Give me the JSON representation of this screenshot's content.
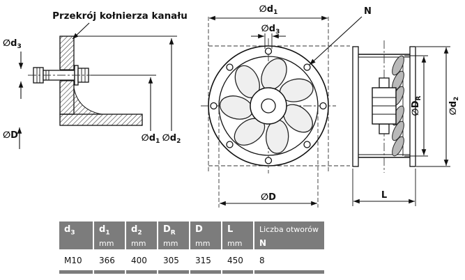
{
  "drawing": {
    "section_title": "Przekrój kołnierza kanału",
    "labels": {
      "d1": {
        "pre": "∅d",
        "sub": "1"
      },
      "d2": {
        "pre": "∅d",
        "sub": "2"
      },
      "d3": {
        "pre": "∅d",
        "sub": "3"
      },
      "D": {
        "pre": "∅D",
        "sub": ""
      },
      "DR": {
        "pre": "∅D",
        "sub": "R"
      },
      "N": "N",
      "L": "L"
    }
  },
  "table": {
    "headers": [
      {
        "main": "d",
        "sub": "3",
        "unit": ""
      },
      {
        "main": "d",
        "sub": "1",
        "unit": "mm"
      },
      {
        "main": "d",
        "sub": "2",
        "unit": "mm"
      },
      {
        "main": "D",
        "sub": "R",
        "unit": "mm"
      },
      {
        "main": "D",
        "sub": "",
        "unit": "mm"
      },
      {
        "main": "L",
        "sub": "",
        "unit": "mm"
      },
      {
        "main": "Liczba otworów",
        "sub": "",
        "unit": "N"
      }
    ],
    "values": [
      "M10",
      "366",
      "400",
      "305",
      "315",
      "450",
      "8"
    ]
  },
  "colors": {
    "header_bg": "#7c7c7c",
    "header_text": "#ffffff",
    "line": "#111111",
    "blade_fill": "#b9b9b9"
  }
}
